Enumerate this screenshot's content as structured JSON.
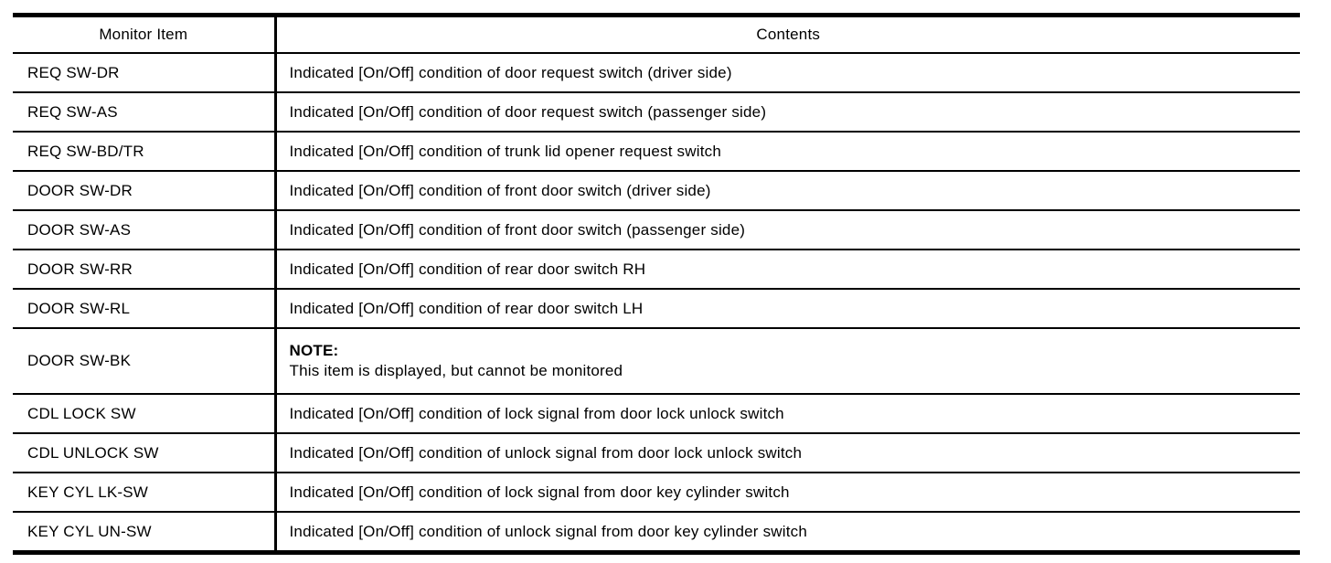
{
  "table": {
    "headers": {
      "item": "Monitor Item",
      "contents": "Contents"
    },
    "rows": [
      {
        "item": "REQ SW-DR",
        "content": "Indicated [On/Off] condition of door request switch (driver side)"
      },
      {
        "item": "REQ SW-AS",
        "content": "Indicated [On/Off] condition of door request switch (passenger side)"
      },
      {
        "item": "REQ SW-BD/TR",
        "content": "Indicated [On/Off] condition of trunk lid opener request switch"
      },
      {
        "item": "DOOR SW-DR",
        "content": "Indicated [On/Off] condition of front door switch (driver side)"
      },
      {
        "item": "DOOR SW-AS",
        "content": "Indicated [On/Off] condition of front door switch (passenger side)"
      },
      {
        "item": "DOOR SW-RR",
        "content": "Indicated [On/Off] condition of rear door switch RH"
      },
      {
        "item": "DOOR SW-RL",
        "content": "Indicated [On/Off] condition of rear door switch LH"
      },
      {
        "item": "DOOR SW-BK",
        "note_label": "NOTE:",
        "note_text": "This item is displayed, but cannot be monitored"
      },
      {
        "item": "CDL LOCK SW",
        "content": "Indicated [On/Off] condition of lock signal from door lock unlock switch"
      },
      {
        "item": "CDL UNLOCK SW",
        "content": "Indicated [On/Off] condition of unlock signal from door lock unlock switch"
      },
      {
        "item": "KEY CYL LK-SW",
        "content": "Indicated [On/Off] condition of lock signal from door key cylinder switch"
      },
      {
        "item": "KEY CYL UN-SW",
        "content": "Indicated [On/Off] condition of unlock signal from door key cylinder switch"
      }
    ],
    "border_color": "#000000",
    "background_color": "#ffffff",
    "text_color": "#000000"
  }
}
